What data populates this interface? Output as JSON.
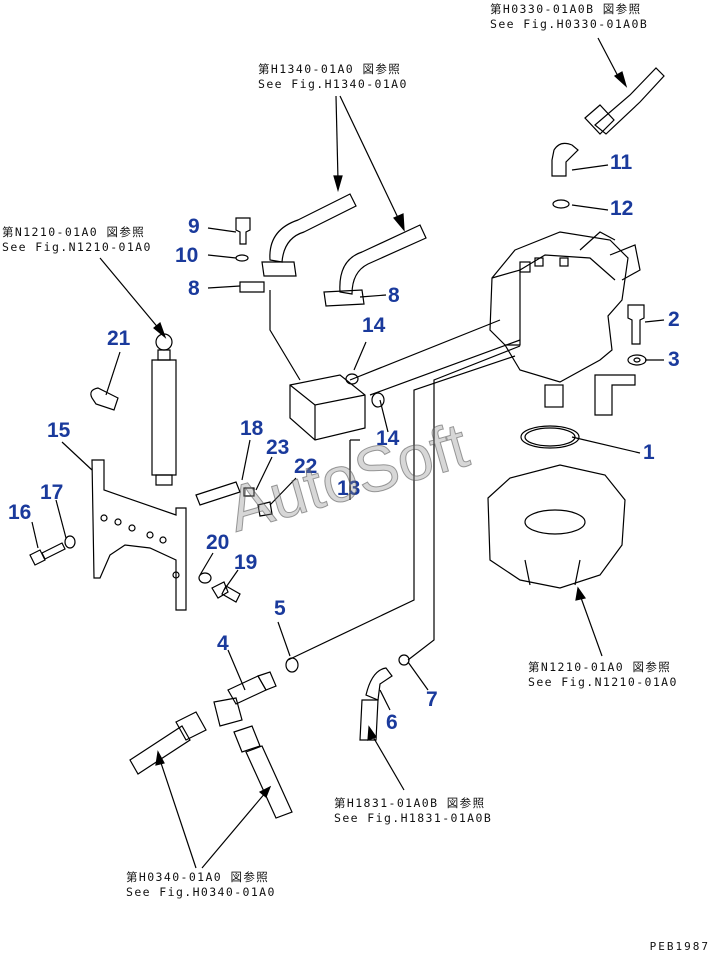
{
  "references": [
    {
      "id": "h0330",
      "jp": "第H0330-01A0B 図参照",
      "en": "See Fig.H0330-01A0B"
    },
    {
      "id": "h1340",
      "jp": "第H1340-01A0 図参照",
      "en": "See Fig.H1340-01A0"
    },
    {
      "id": "n1210-left",
      "jp": "第N1210-01A0 図参照",
      "en": "See Fig.N1210-01A0"
    },
    {
      "id": "n1210-right",
      "jp": "第N1210-01A0 図参照",
      "en": "See Fig.N1210-01A0"
    },
    {
      "id": "h1831",
      "jp": "第H1831-01A0B 図参照",
      "en": "See Fig.H1831-01A0B"
    },
    {
      "id": "h0340",
      "jp": "第H0340-01A0 図参照",
      "en": "See Fig.H0340-01A0"
    }
  ],
  "part_numbers": [
    "1",
    "2",
    "3",
    "4",
    "5",
    "6",
    "7",
    "8",
    "8",
    "9",
    "10",
    "11",
    "12",
    "13",
    "14",
    "14",
    "15",
    "16",
    "17",
    "18",
    "19",
    "20",
    "21",
    "22",
    "23"
  ],
  "watermark": "AutoSoft",
  "drawing_code": "PEB1987",
  "colors": {
    "callout": "#1a3a9c",
    "line": "#000000",
    "watermark": "#8c8c8c"
  }
}
